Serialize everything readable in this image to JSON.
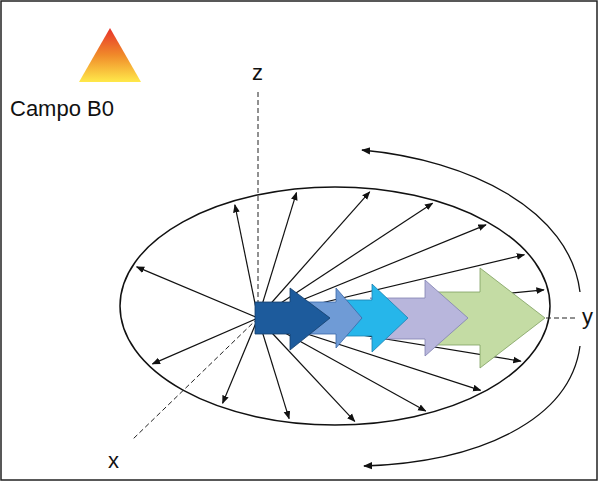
{
  "diagram": {
    "labels": [
      "Campo B0",
      "z",
      "y",
      "x"
    ]
  }
}
